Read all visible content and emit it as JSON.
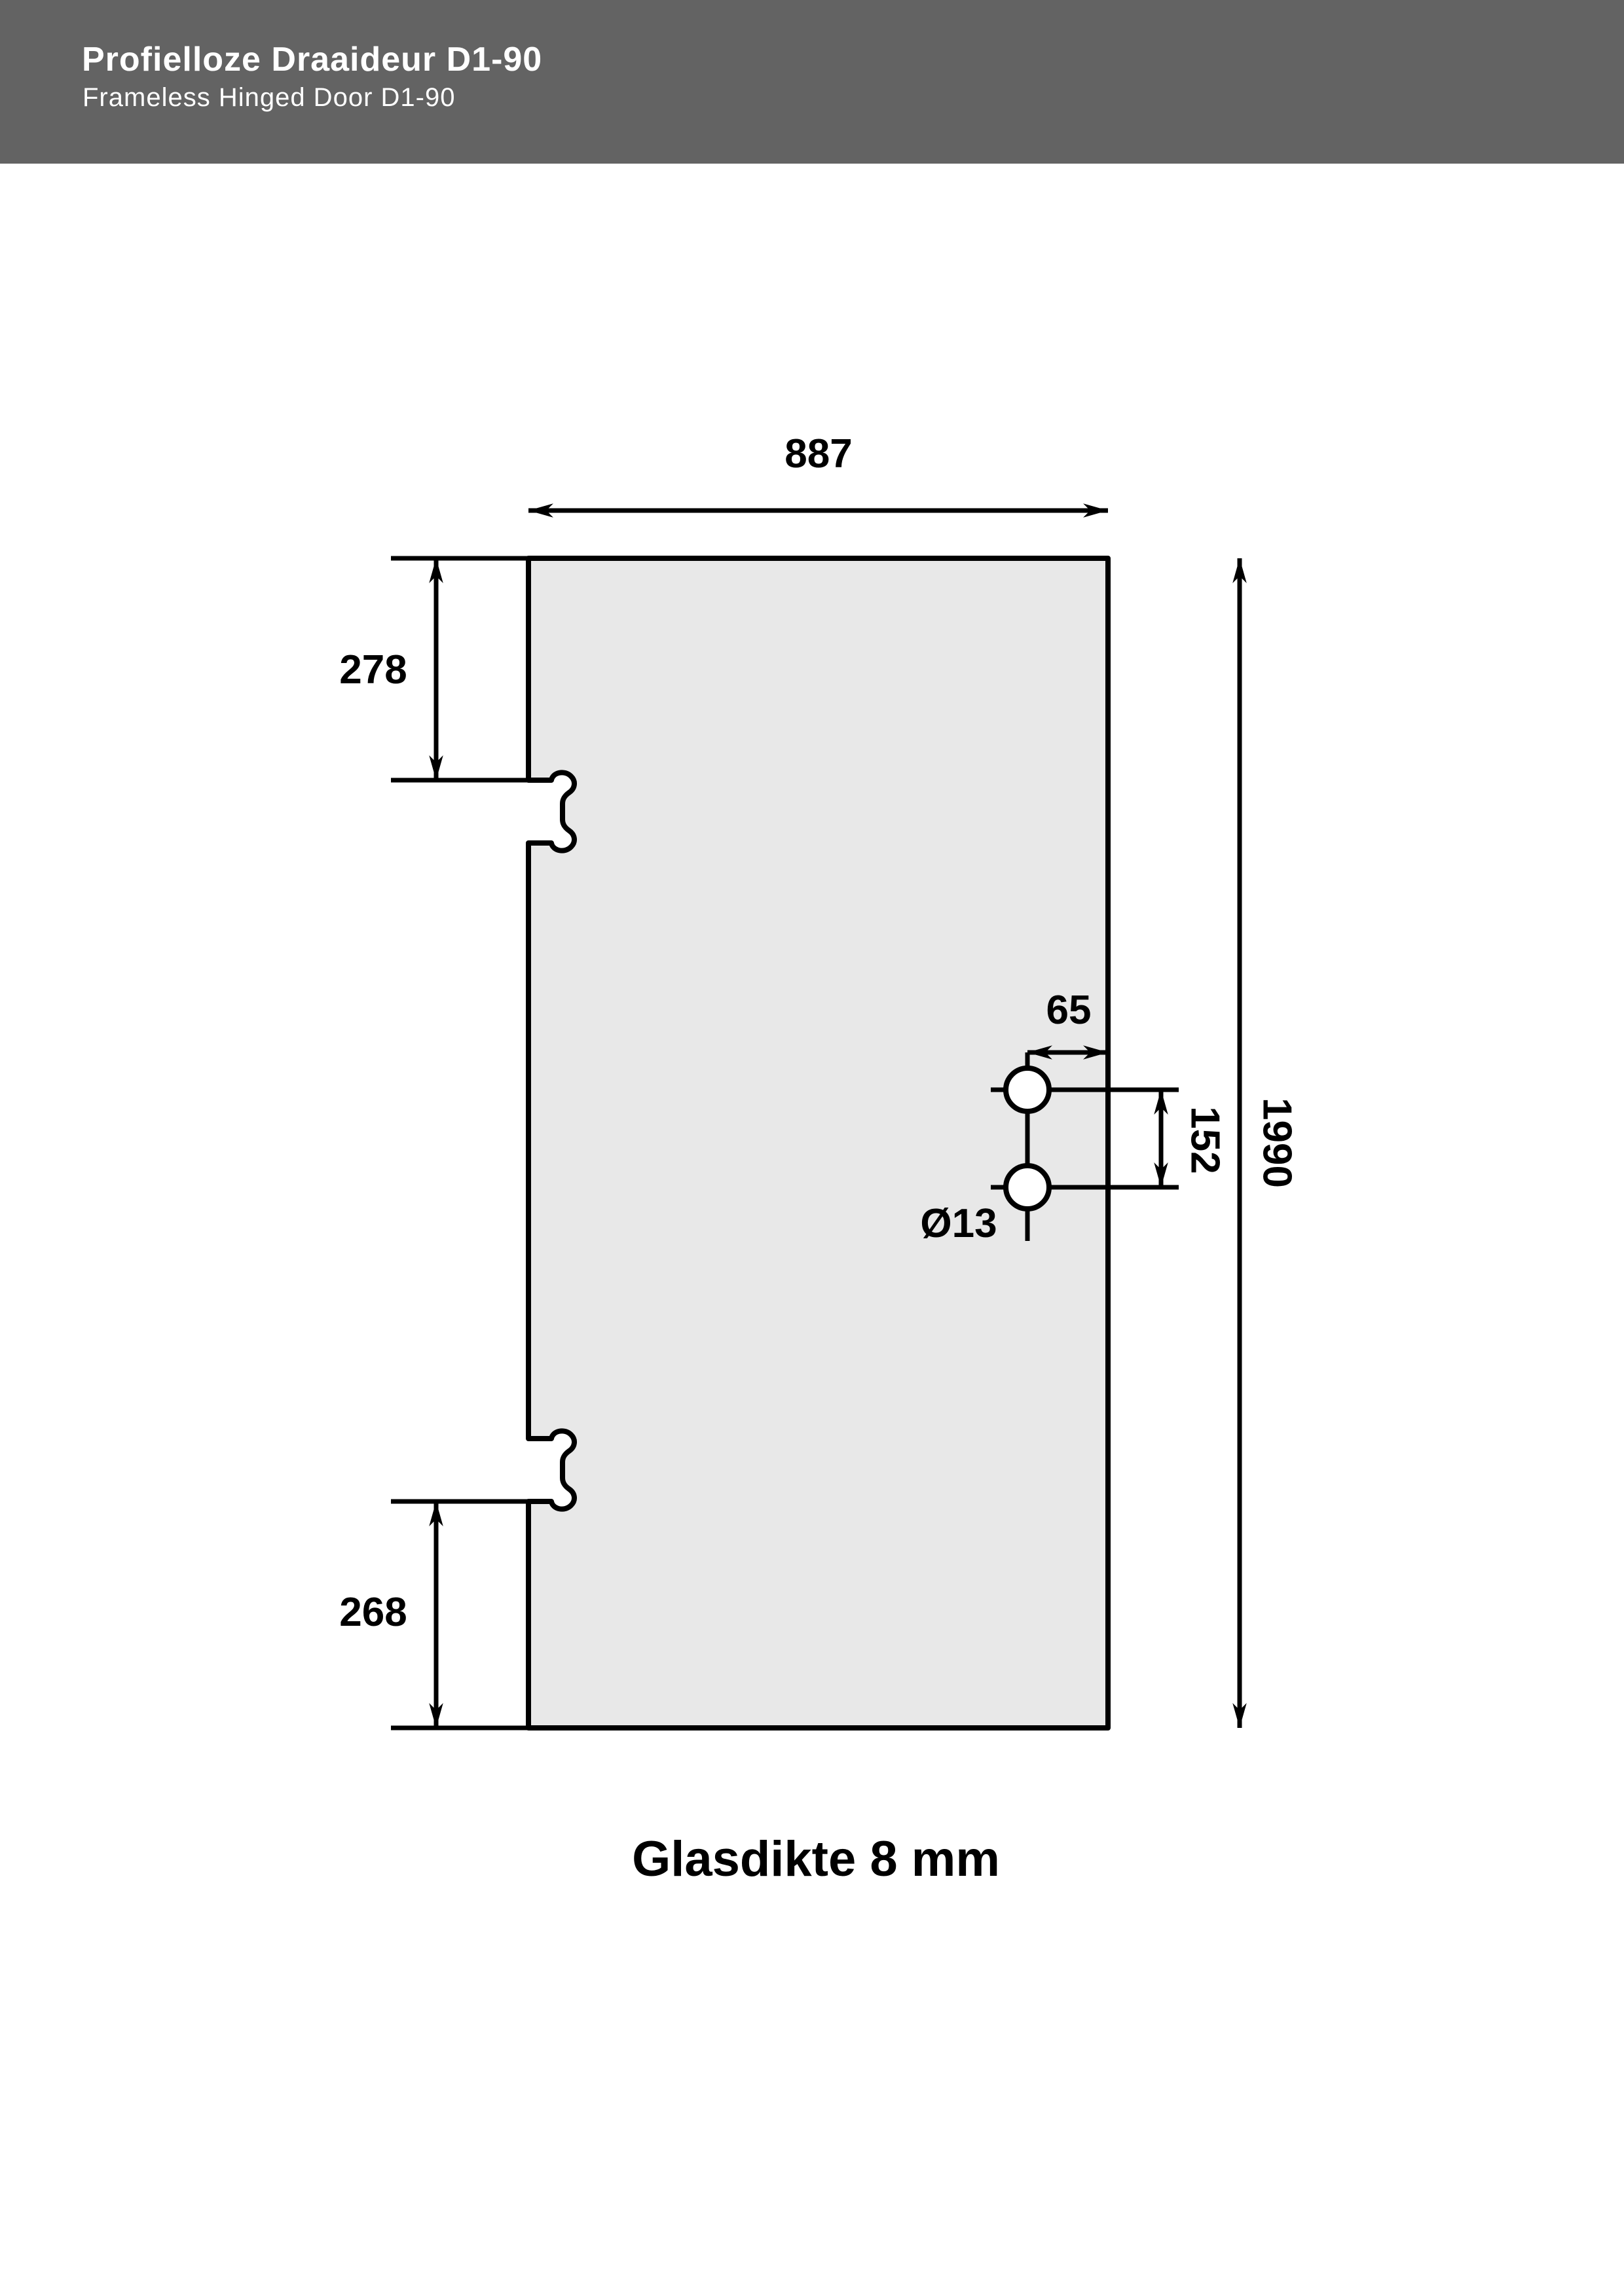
{
  "header": {
    "title": "Profielloze Draaideur D1-90",
    "subtitle": "Frameless Hinged Door D1-90",
    "background_color": "#636363",
    "text_color": "#ffffff"
  },
  "drawing": {
    "glass_fill_color": "#e8e8e8",
    "line_color": "#000000",
    "labels": {
      "door_width_mm": "887",
      "door_height_mm": "1990",
      "top_hinge_offset_mm": "278",
      "bottom_hinge_offset_mm": "268",
      "hole_to_edge_mm": "65",
      "hole_spacing_mm": "152",
      "hole_diameter": "Ø13"
    },
    "caption": "Glasdikte 8 mm"
  }
}
